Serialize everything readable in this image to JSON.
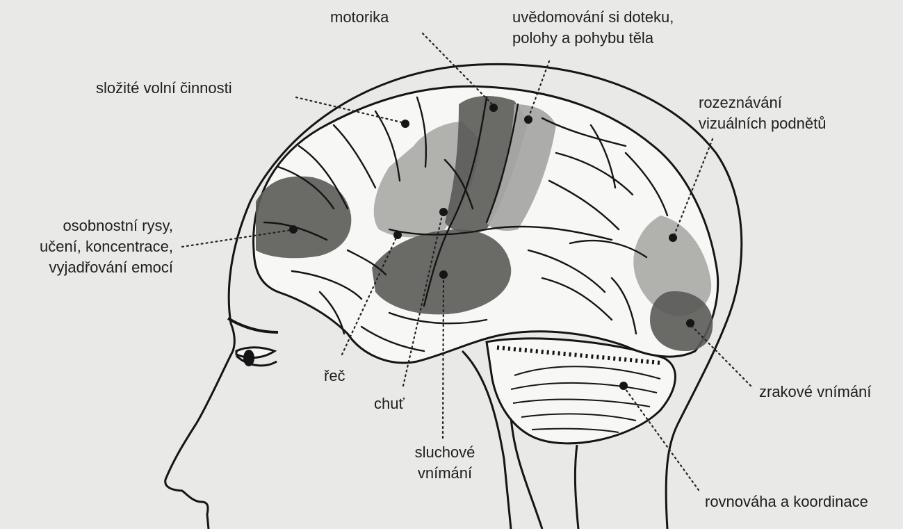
{
  "labels": {
    "motorika": "motorika",
    "touch": "uvědomování si doteku,\npolohy a pohybu těla",
    "complex": "složité volní činnosti",
    "visual_recognition": "rozeznávání\nvizuálních podnětů",
    "personality": "osobnostní rysy,\nučení, koncentrace,\nvyjadřování emocí",
    "speech": "řeč",
    "taste": "chuť",
    "hearing": "sluchové\nvnímání",
    "vision": "zrakové vnímání",
    "balance": "rovnováha a koordinace"
  },
  "colors": {
    "background": "#e9e9e7",
    "brain_white": "#f7f7f5",
    "light_shade": "#a8a8a6",
    "dark_shade": "#5a5a58",
    "outline": "#151515"
  }
}
